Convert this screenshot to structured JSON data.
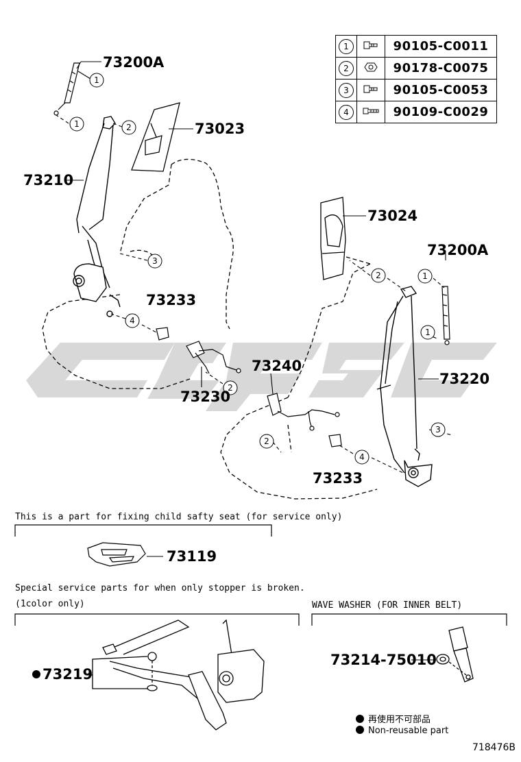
{
  "fastener_table": [
    {
      "ref": "1",
      "part_no": "90105-C0011",
      "icon": "bolt-icon"
    },
    {
      "ref": "2",
      "part_no": "90178-C0075",
      "icon": "nut-icon"
    },
    {
      "ref": "3",
      "part_no": "90105-C0053",
      "icon": "bolt-icon"
    },
    {
      "ref": "4",
      "part_no": "90109-C0029",
      "icon": "long-bolt-icon"
    }
  ],
  "labels": {
    "p73200a_top": "73200A",
    "p73023": "73023",
    "p73210": "73210",
    "p73233_left": "73233",
    "p73230": "73230",
    "p73240": "73240",
    "p73024": "73024",
    "p73200a_right": "73200A",
    "p73220": "73220",
    "p73233_center": "73233",
    "p73119": "73119",
    "p73219": "73219",
    "p73214": "73214-75010"
  },
  "callouts": {
    "one": "1",
    "two": "2",
    "three": "3",
    "four": "4"
  },
  "notes": {
    "child_seat": "This is a part for fixing child safty seat (for service only)",
    "stopper_line1": "Special service parts for when only stopper is broken.",
    "stopper_line2": "(1color only)",
    "wave_washer": "WAVE WASHER (FOR INNER BELT)"
  },
  "legend": {
    "jp": "再使用不可部品",
    "en": "Non-reusable part"
  },
  "diagram_code": "718476B",
  "watermark_color": "#d3d3d3"
}
